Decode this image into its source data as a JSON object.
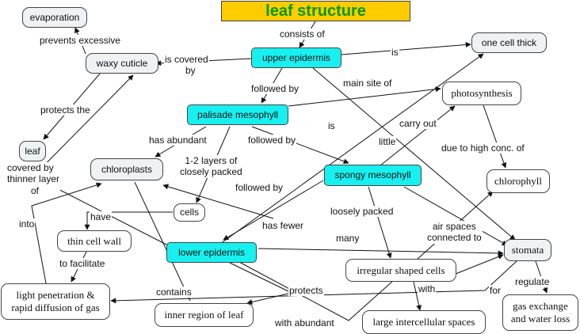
{
  "title": "leaf structure",
  "nodes": {
    "evaporation": "evaporation",
    "waxy_cuticle": "waxy cuticle",
    "upper_epidermis": "upper epidermis",
    "one_cell_thick": "one cell thick",
    "palisade_mesophyll": "palisade mesophyll",
    "photosynthesis": "photosynthesis",
    "leaf": "leaf",
    "chloroplasts": "chloroplasts",
    "spongy_mesophyll": "spongy mesophyll",
    "chlorophyll": "chlorophyll",
    "cells": "cells",
    "thin_cell_wall": "thin cell wall",
    "lower_epidermis": "lower epidermis",
    "stomata": "stomata",
    "irregular_shaped_cells": "irregular shaped cells",
    "light_penetration_line1": "light penetration &",
    "light_penetration_line2": "rapid diffusion of gas",
    "inner_region_of_leaf": "inner region of leaf",
    "large_intercellular_spaces": "large intercellular spaces",
    "gas_exchange_line1": "gas exchange",
    "gas_exchange_line2": "and water loss"
  },
  "labels": {
    "consists_of": "consists of",
    "prevents_excessive": "prevents excessive",
    "is_covered_by_line1": "is covered",
    "is_covered_by_line2": "by",
    "is_upper": "is",
    "followed_by_1": "followed by",
    "main_site_of": "main site of",
    "protects_the": "protects the",
    "has_abundant": "has abundant",
    "followed_by_2": "followed by",
    "is_lower": "is",
    "carry_out": "carry out",
    "little": "little",
    "due_to_high_conc_of": "due to high conc. of",
    "covered_by_line1": "covered by",
    "covered_by_line2": "thinner layer",
    "covered_by_line3": "of",
    "layers_line1": "1-2 layers of",
    "layers_line2": "closely packed",
    "followed_by_3": "followed by",
    "into": "into",
    "have": "have",
    "has_fewer": "has fewer",
    "loosely_packed": "loosely packed",
    "air_spaces_line1": "air spaces",
    "air_spaces_line2": "connected to",
    "many": "many",
    "to_facilitate": "to facilitate",
    "contains": "contains",
    "protects": "protects",
    "with": "with",
    "for": "for",
    "regulate": "regulate",
    "with_abundant": "with abundant"
  }
}
